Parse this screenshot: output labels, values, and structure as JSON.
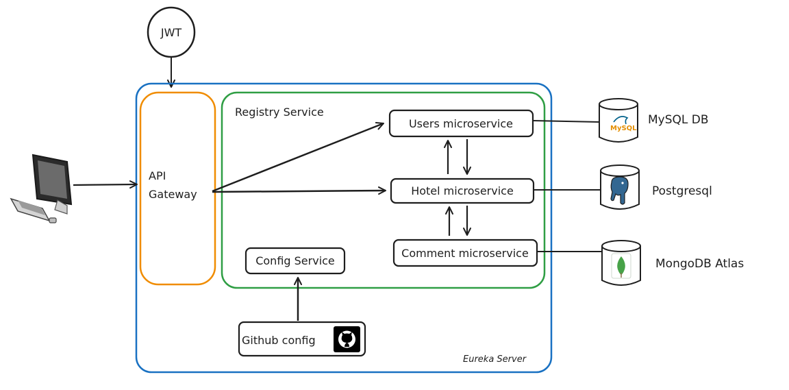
{
  "nodes": {
    "jwt": "JWT",
    "api_gateway": [
      "API",
      "Gateway"
    ],
    "registry_service": "Registry Service",
    "users_microservice": "Users microservice",
    "hotel_microservice": "Hotel microservice",
    "comment_microservice": "Comment microservice",
    "config_service": "Config Service",
    "github_config": "Github config",
    "eureka_server": "Eureka Server"
  },
  "databases": {
    "mysql": {
      "label": "MySQL DB",
      "logo_text": "MySQL"
    },
    "postgres": {
      "label": "Postgresql"
    },
    "mongodb": {
      "label": "MongoDB Atlas"
    }
  },
  "icons": [
    "computer-icon",
    "mysql-logo-icon",
    "postgresql-logo-icon",
    "mongodb-leaf-icon",
    "github-logo-icon"
  ],
  "colors": {
    "eureka_border": "#1971c2",
    "gateway_border": "#f08c00",
    "registry_border": "#2f9e44",
    "stroke": "#1e1e1e",
    "mysql_orange": "#e48e00",
    "mysql_blue": "#00618a",
    "postgres_blue": "#336791",
    "mongo_green": "#47a248"
  }
}
